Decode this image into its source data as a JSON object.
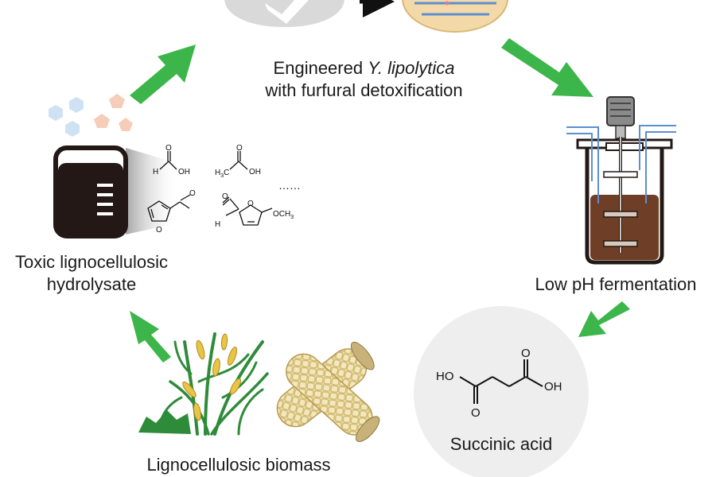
{
  "labels": {
    "strain_line1_prefix": "Engineered ",
    "strain_line1_italic": "Y. lipolytica",
    "strain_line2": "with furfural detoxification",
    "fermentation": "Low pH fermentation",
    "product": "Succinic acid",
    "biomass": "Lignocellulosic biomass",
    "hydrolysate_line1": "Toxic lignocellulosic",
    "hydrolysate_line2": "hydrolysate"
  },
  "chem_text": {
    "oh": "OH",
    "h": "H",
    "o": "O",
    "h3c": "H",
    "h3c_sub": "3",
    "h3c_c": "C",
    "och3_pre": "OCH",
    "och3_sub": "3",
    "ellipsis": "……",
    "ho": "HO"
  },
  "colors": {
    "arrow": "#3cb54a",
    "beaker": "#231815",
    "broth": "#6e3f26",
    "plasmid": "#f4d9a8",
    "plasmid_line": "#5b8fd1",
    "product_circle": "#eeeeee",
    "hex_blue": "#cfe2f3",
    "pent_orange": "#f6cdb8",
    "plant": "#2e8b3a",
    "corn": "#ead9a0",
    "cell": "#d9d9d9"
  },
  "icons": [
    "yeast-cell-icon",
    "plasmid-icon",
    "bioreactor-icon",
    "beaker-icon",
    "hexose-icon",
    "pentose-icon",
    "corn-plant-icon",
    "corn-cob-icon"
  ]
}
